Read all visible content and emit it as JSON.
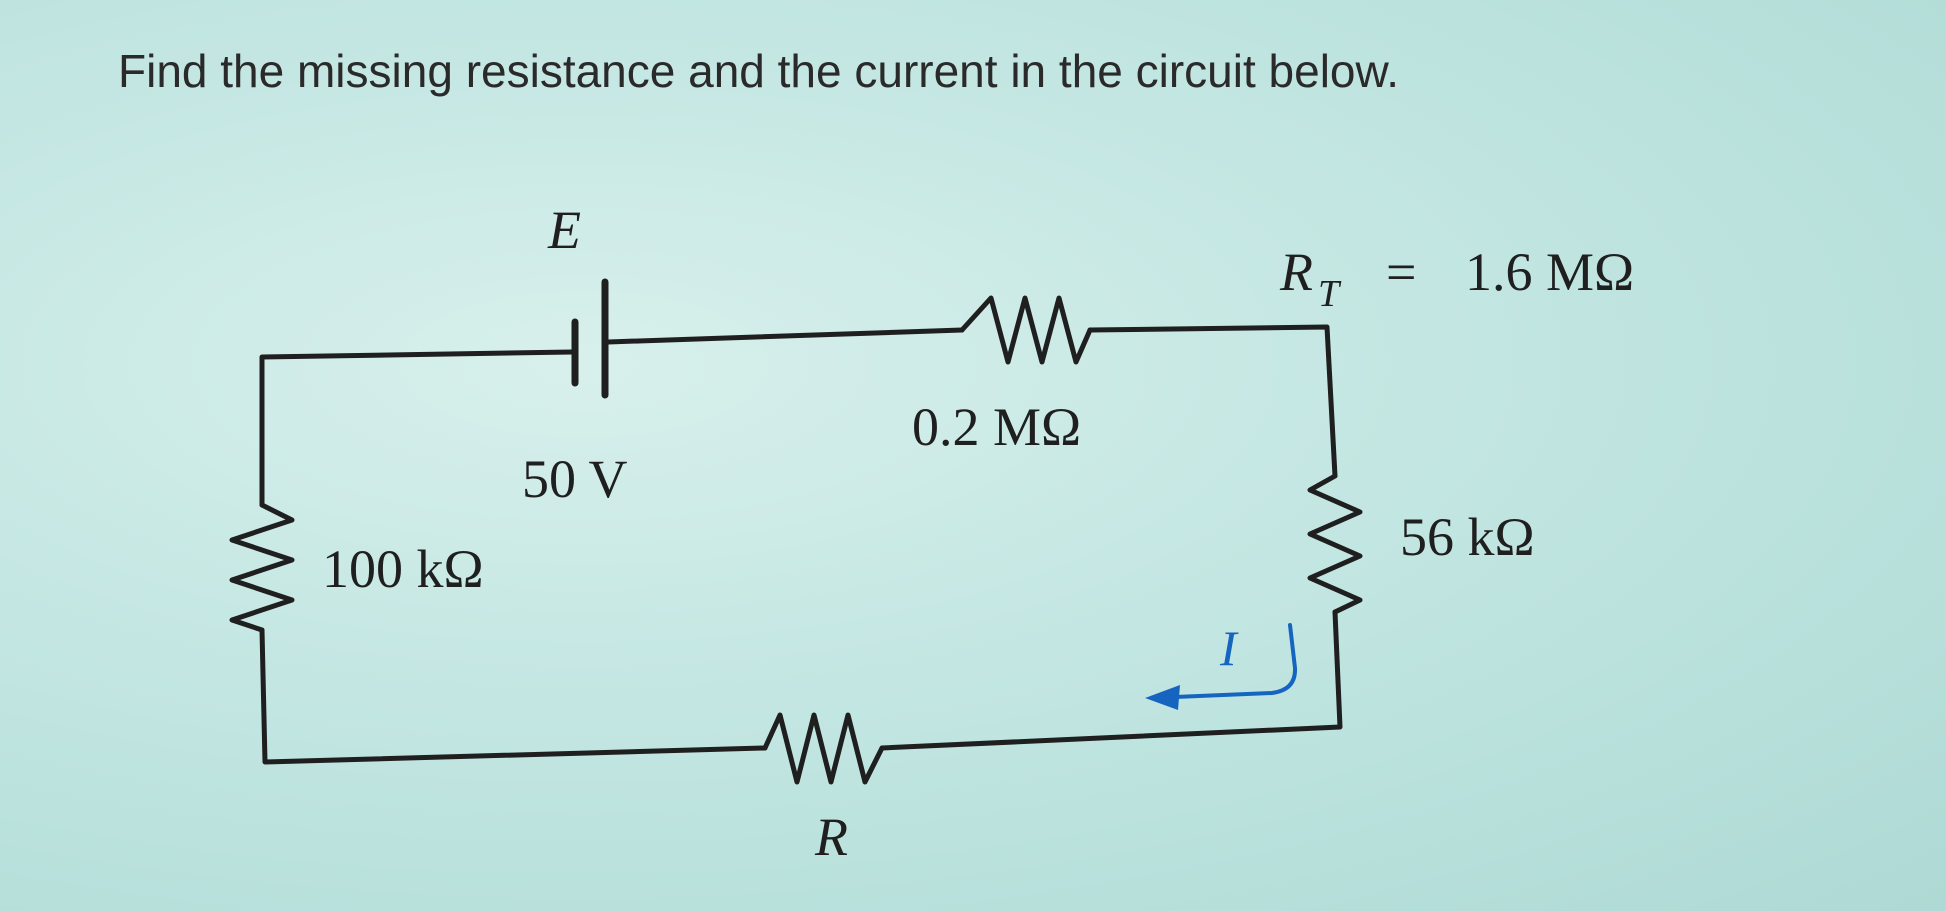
{
  "question": "Find the missing resistance and the current in the circuit below.",
  "circuit": {
    "source": {
      "symbol": "E",
      "value": "50 V"
    },
    "total_resistance": {
      "symbol": "R",
      "subscript": "T",
      "equals": "=",
      "value": "1.6 MΩ"
    },
    "resistors": {
      "top": "0.2 MΩ",
      "right": "56 kΩ",
      "left": "100 kΩ",
      "bottom": "R"
    },
    "current": {
      "symbol": "I",
      "color": "#1565c0"
    }
  },
  "colors": {
    "wire": "#1f1f1f",
    "current_arrow": "#1565c0"
  }
}
